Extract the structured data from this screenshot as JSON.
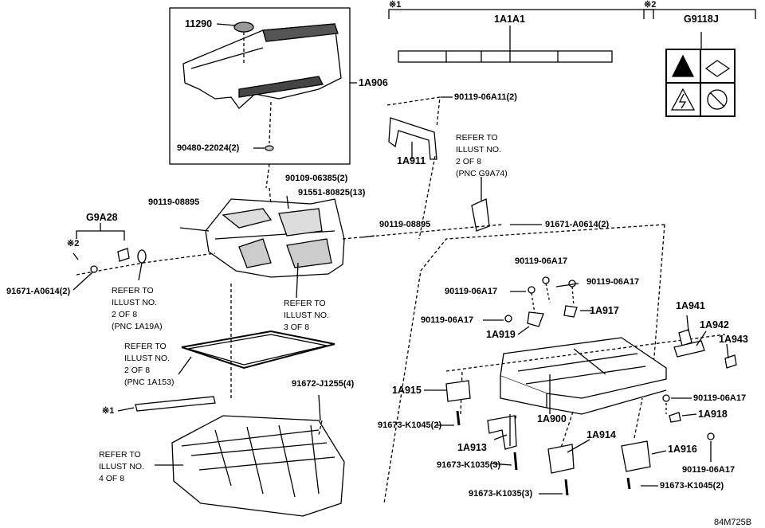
{
  "labels": {
    "p11290": "11290",
    "p1A906": "1A906",
    "p90480": "90480-22024(2)",
    "p90109": "90109-06385(2)",
    "p91551": "91551-80825(13)",
    "p90119_08895_a": "90119-08895",
    "p90119_08895_b": "90119-08895",
    "pG9A28": "G9A28",
    "pX2_left": "※2",
    "p91671_left": "91671-A0614(2)",
    "pX1_top": "※1",
    "p1A1A1": "1A1A1",
    "pX2_top": "※2",
    "pG9118J": "G9118J",
    "p90119_06A11": "90119-06A11(2)",
    "p1A911": "1A911",
    "p91671_right": "91671-A0614(2)",
    "p90119_06A17_top": "90119-06A17",
    "p90119_06A17_a": "90119-06A17",
    "p90119_06A17_b": "90119-06A17",
    "p90119_06A17_c": "90119-06A17",
    "p1A917": "1A917",
    "p1A919": "1A919",
    "p1A941": "1A941",
    "p1A942": "1A942",
    "p1A943": "1A943",
    "p91672": "91672-J1255(4)",
    "p1A915": "1A915",
    "p91673_K1045_left": "91673-K1045(2)",
    "p1A900": "1A900",
    "p90119_06A17_d": "90119-06A17",
    "p1A918": "1A918",
    "p1A913": "1A913",
    "p1A914": "1A914",
    "p1A916": "1A916",
    "p90119_06A17_e": "90119-06A17",
    "p91673_K1035_a": "91673-K1035(3)",
    "p91673_K1035_b": "91673-K1035(3)",
    "p91673_K1045_right": "91673-K1045(2)",
    "pX1_left": "※1",
    "diagram_id": "84M725B"
  },
  "references": {
    "ref_g9a74": "REFER TO\nILLUST NO.\n2 OF 8\n(PNC G9A74)",
    "ref_1a19a": "REFER TO\nILLUST NO.\n2 OF 8\n(PNC 1A19A)",
    "ref_3of8": "REFER TO\nILLUST NO.\n3 OF 8",
    "ref_1a153": "REFER TO\nILLUST NO.\n2 OF 8\n(PNC 1A153)",
    "ref_4of8": "REFER TO\nILLUST NO.\n4 OF 8"
  }
}
